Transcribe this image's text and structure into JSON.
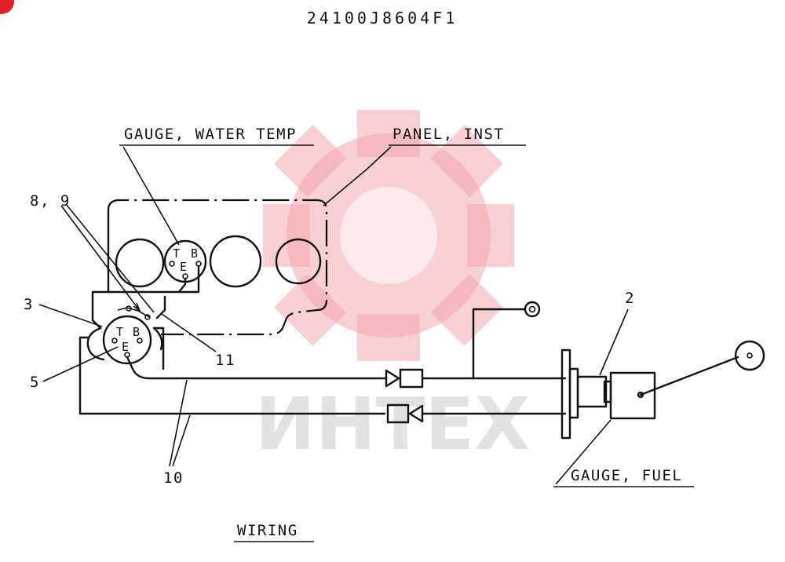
{
  "header": {
    "part_number": "24100J8604F1"
  },
  "labels": {
    "gauge_water_temp": "GAUGE, WATER TEMP",
    "panel_inst": "PANEL, INST",
    "gauge_fuel": "GAUGE, FUEL",
    "wiring": "WIRING"
  },
  "callouts": {
    "c89": "8, 9",
    "c3": "3",
    "c5": "5",
    "c11": "11",
    "c2": "2",
    "c10": "10"
  },
  "terminals": {
    "t": "T",
    "e": "E",
    "b": "B"
  },
  "watermark": {
    "text": "ИНТЕХ"
  },
  "colors": {
    "ink": "#111111",
    "watermark_red": "#f2a7ad",
    "badge_red": "#e0202a"
  }
}
